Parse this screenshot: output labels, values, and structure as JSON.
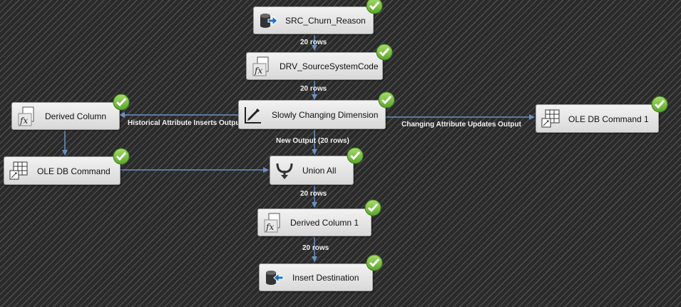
{
  "nodes": {
    "src_churn_reason": {
      "label": "SRC_Churn_Reason",
      "icon": "oledb-source-icon"
    },
    "drv_sourcesystemcode": {
      "label": "DRV_SourceSystemCode",
      "icon": "derived-column-icon"
    },
    "slowly_changing_dimension": {
      "label": "Slowly Changing Dimension",
      "icon": "scd-icon"
    },
    "derived_column": {
      "label": "Derived Column",
      "icon": "derived-column-icon"
    },
    "ole_db_command": {
      "label": "OLE DB Command",
      "icon": "oledb-command-icon"
    },
    "ole_db_command_1": {
      "label": "OLE DB Command 1",
      "icon": "oledb-command-icon"
    },
    "union_all": {
      "label": "Union All",
      "icon": "union-all-icon"
    },
    "derived_column_1": {
      "label": "Derived Column 1",
      "icon": "derived-column-icon"
    },
    "insert_destination": {
      "label": "Insert Destination",
      "icon": "oledb-destination-icon"
    }
  },
  "paths": {
    "src_to_drv": "20 rows",
    "drv_to_scd": "20 rows",
    "historical_attribute_inserts": "Historical Attribute Inserts Output",
    "changing_attribute_updates": "Changing Attribute Updates Output",
    "new_output": "New Output (20 rows)",
    "union_to_derived": "20 rows",
    "derived_to_insert": "20 rows"
  },
  "status": {
    "all_components": "success",
    "icon": "green-check-icon"
  },
  "colors": {
    "canvas": "#2a2a2a",
    "stripe": "#4a4a4a",
    "wire": "#6b8fc2",
    "check": "#7cc243",
    "node": "#e6e6e6"
  }
}
